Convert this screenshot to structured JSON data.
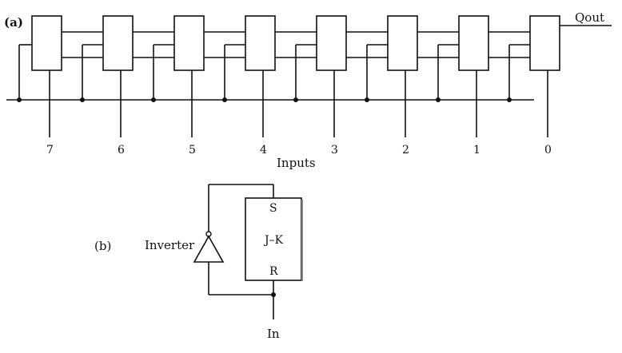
{
  "part_a": {
    "label": "(a)",
    "output_label": "Qout",
    "inputs_caption": "Inputs",
    "input_numbers": [
      "7",
      "6",
      "5",
      "4",
      "3",
      "2",
      "1",
      "0"
    ]
  },
  "part_b": {
    "label": "(b)",
    "inverter_label": "Inverter",
    "flipflop_label": "J–K",
    "set_label": "S",
    "reset_label": "R",
    "input_label": "In"
  }
}
